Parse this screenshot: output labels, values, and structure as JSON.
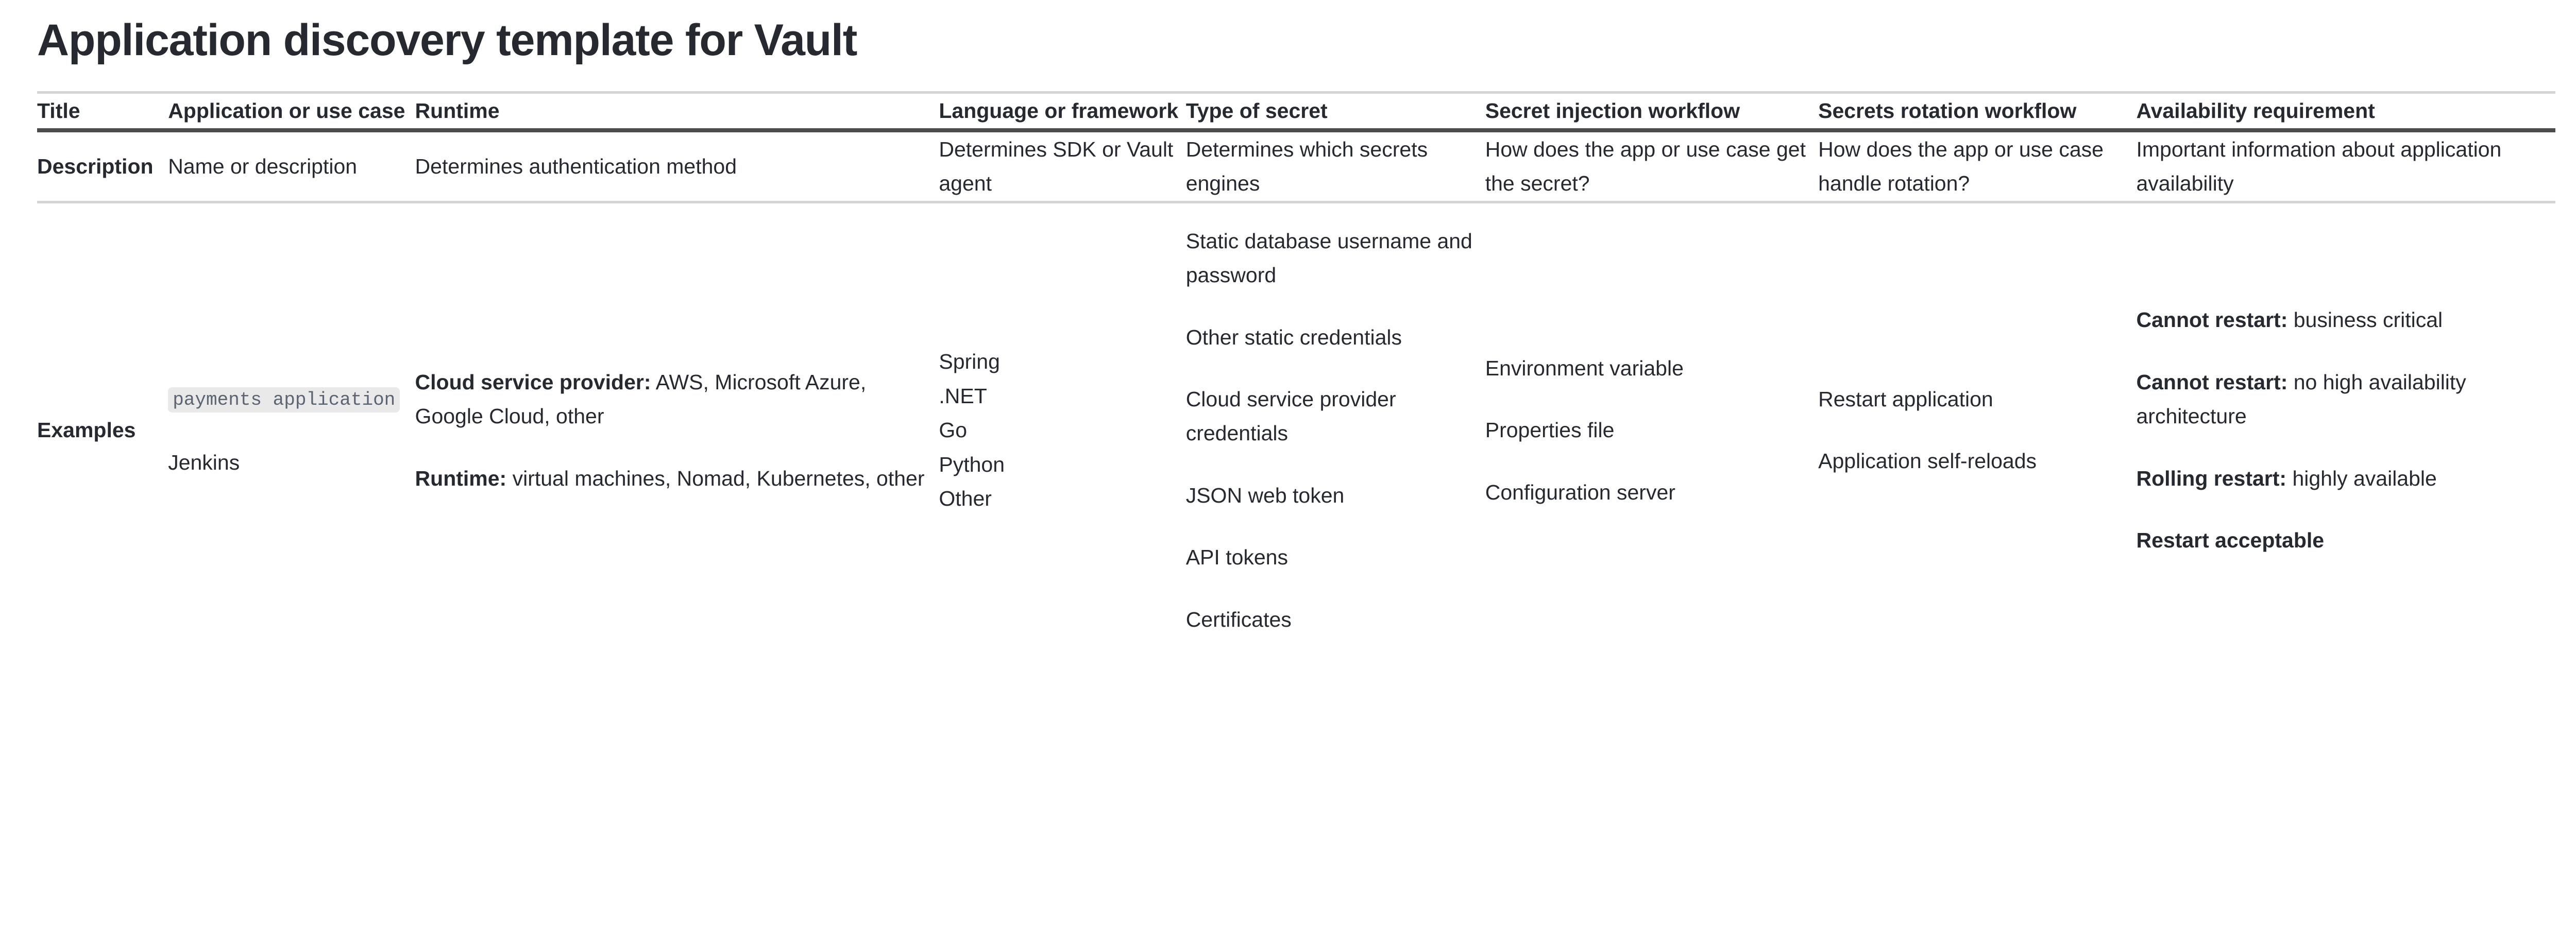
{
  "page": {
    "title": "Application discovery template for Vault"
  },
  "table": {
    "headers": [
      "Title",
      "Application or use case",
      "Runtime",
      "Language or framework",
      "Type of secret",
      "Secret injection workflow",
      "Secrets rotation workflow",
      "Availability requirement"
    ],
    "description_row": {
      "label": "Description",
      "application": "Name or description",
      "runtime": "Determines authentication method",
      "language": "Determines SDK or Vault agent",
      "secret_type": "Determines which secrets engines",
      "injection": "How does the app or use case get the secret?",
      "rotation": "How does the app or use case handle rotation?",
      "availability": "Important information about application availability"
    },
    "examples_row": {
      "label": "Examples",
      "application": {
        "code": "payments application",
        "plain": "Jenkins"
      },
      "runtime": [
        {
          "label": "Cloud service provider:",
          "value": " AWS, Microsoft Azure, Google Cloud, other"
        },
        {
          "label": "Runtime:",
          "value": " virtual machines, Nomad, Kubernetes, other"
        }
      ],
      "language": [
        "Spring",
        ".NET",
        "Go",
        "Python",
        "Other"
      ],
      "secret_type": [
        "Static database username and password",
        "Other static credentials",
        "Cloud service provider credentials",
        "JSON web token",
        "API tokens",
        "Certificates"
      ],
      "injection": [
        "Environment variable",
        "Properties file",
        "Configuration server"
      ],
      "rotation": [
        "Restart application",
        "Application self-reloads"
      ],
      "availability": [
        {
          "label": "Cannot restart:",
          "value": " business critical"
        },
        {
          "label": "Cannot restart:",
          "value": " no high availability architecture"
        },
        {
          "label": "Rolling restart:",
          "value": " highly available"
        },
        {
          "label": "Restart acceptable",
          "value": ""
        }
      ]
    }
  },
  "colors": {
    "text": "#26292f",
    "header_rule": "#4c4c4c",
    "row_rule": "#d2d4d6",
    "code_bg": "#e8e9e8",
    "code_text": "#5b6471"
  }
}
